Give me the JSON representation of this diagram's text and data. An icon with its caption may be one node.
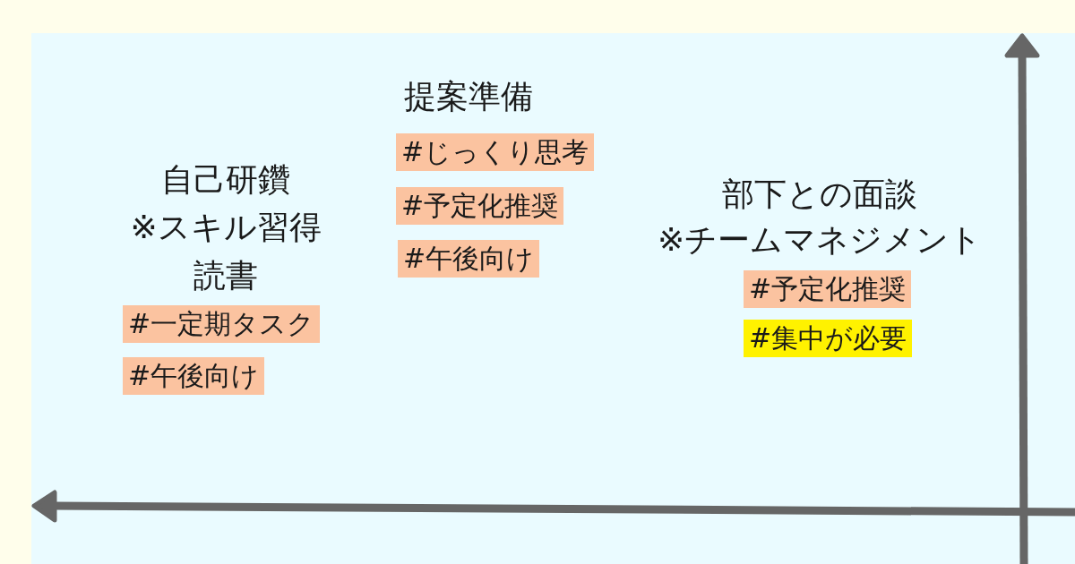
{
  "diagram": {
    "nodes": [
      {
        "text": [
          "#一定期タスク"
        ]
      },
      {
        "text": [
          "#午後向け"
        ]
      },
      {
        "text": [
          "#じっくり思考"
        ]
      },
      {
        "text": [
          "#予定化推奨"
        ]
      },
      {
        "text": [
          "#午後向け"
        ]
      },
      {
        "text": [
          "#予定化推奨"
        ]
      },
      {
        "text": [
          "#集中が必要"
        ]
      }
    ],
    "labels": [
      "自己研鑽",
      "※スキル習得",
      "読書",
      "提案準備",
      "部下との面談",
      "※チームマネジメント"
    ]
  }
}
